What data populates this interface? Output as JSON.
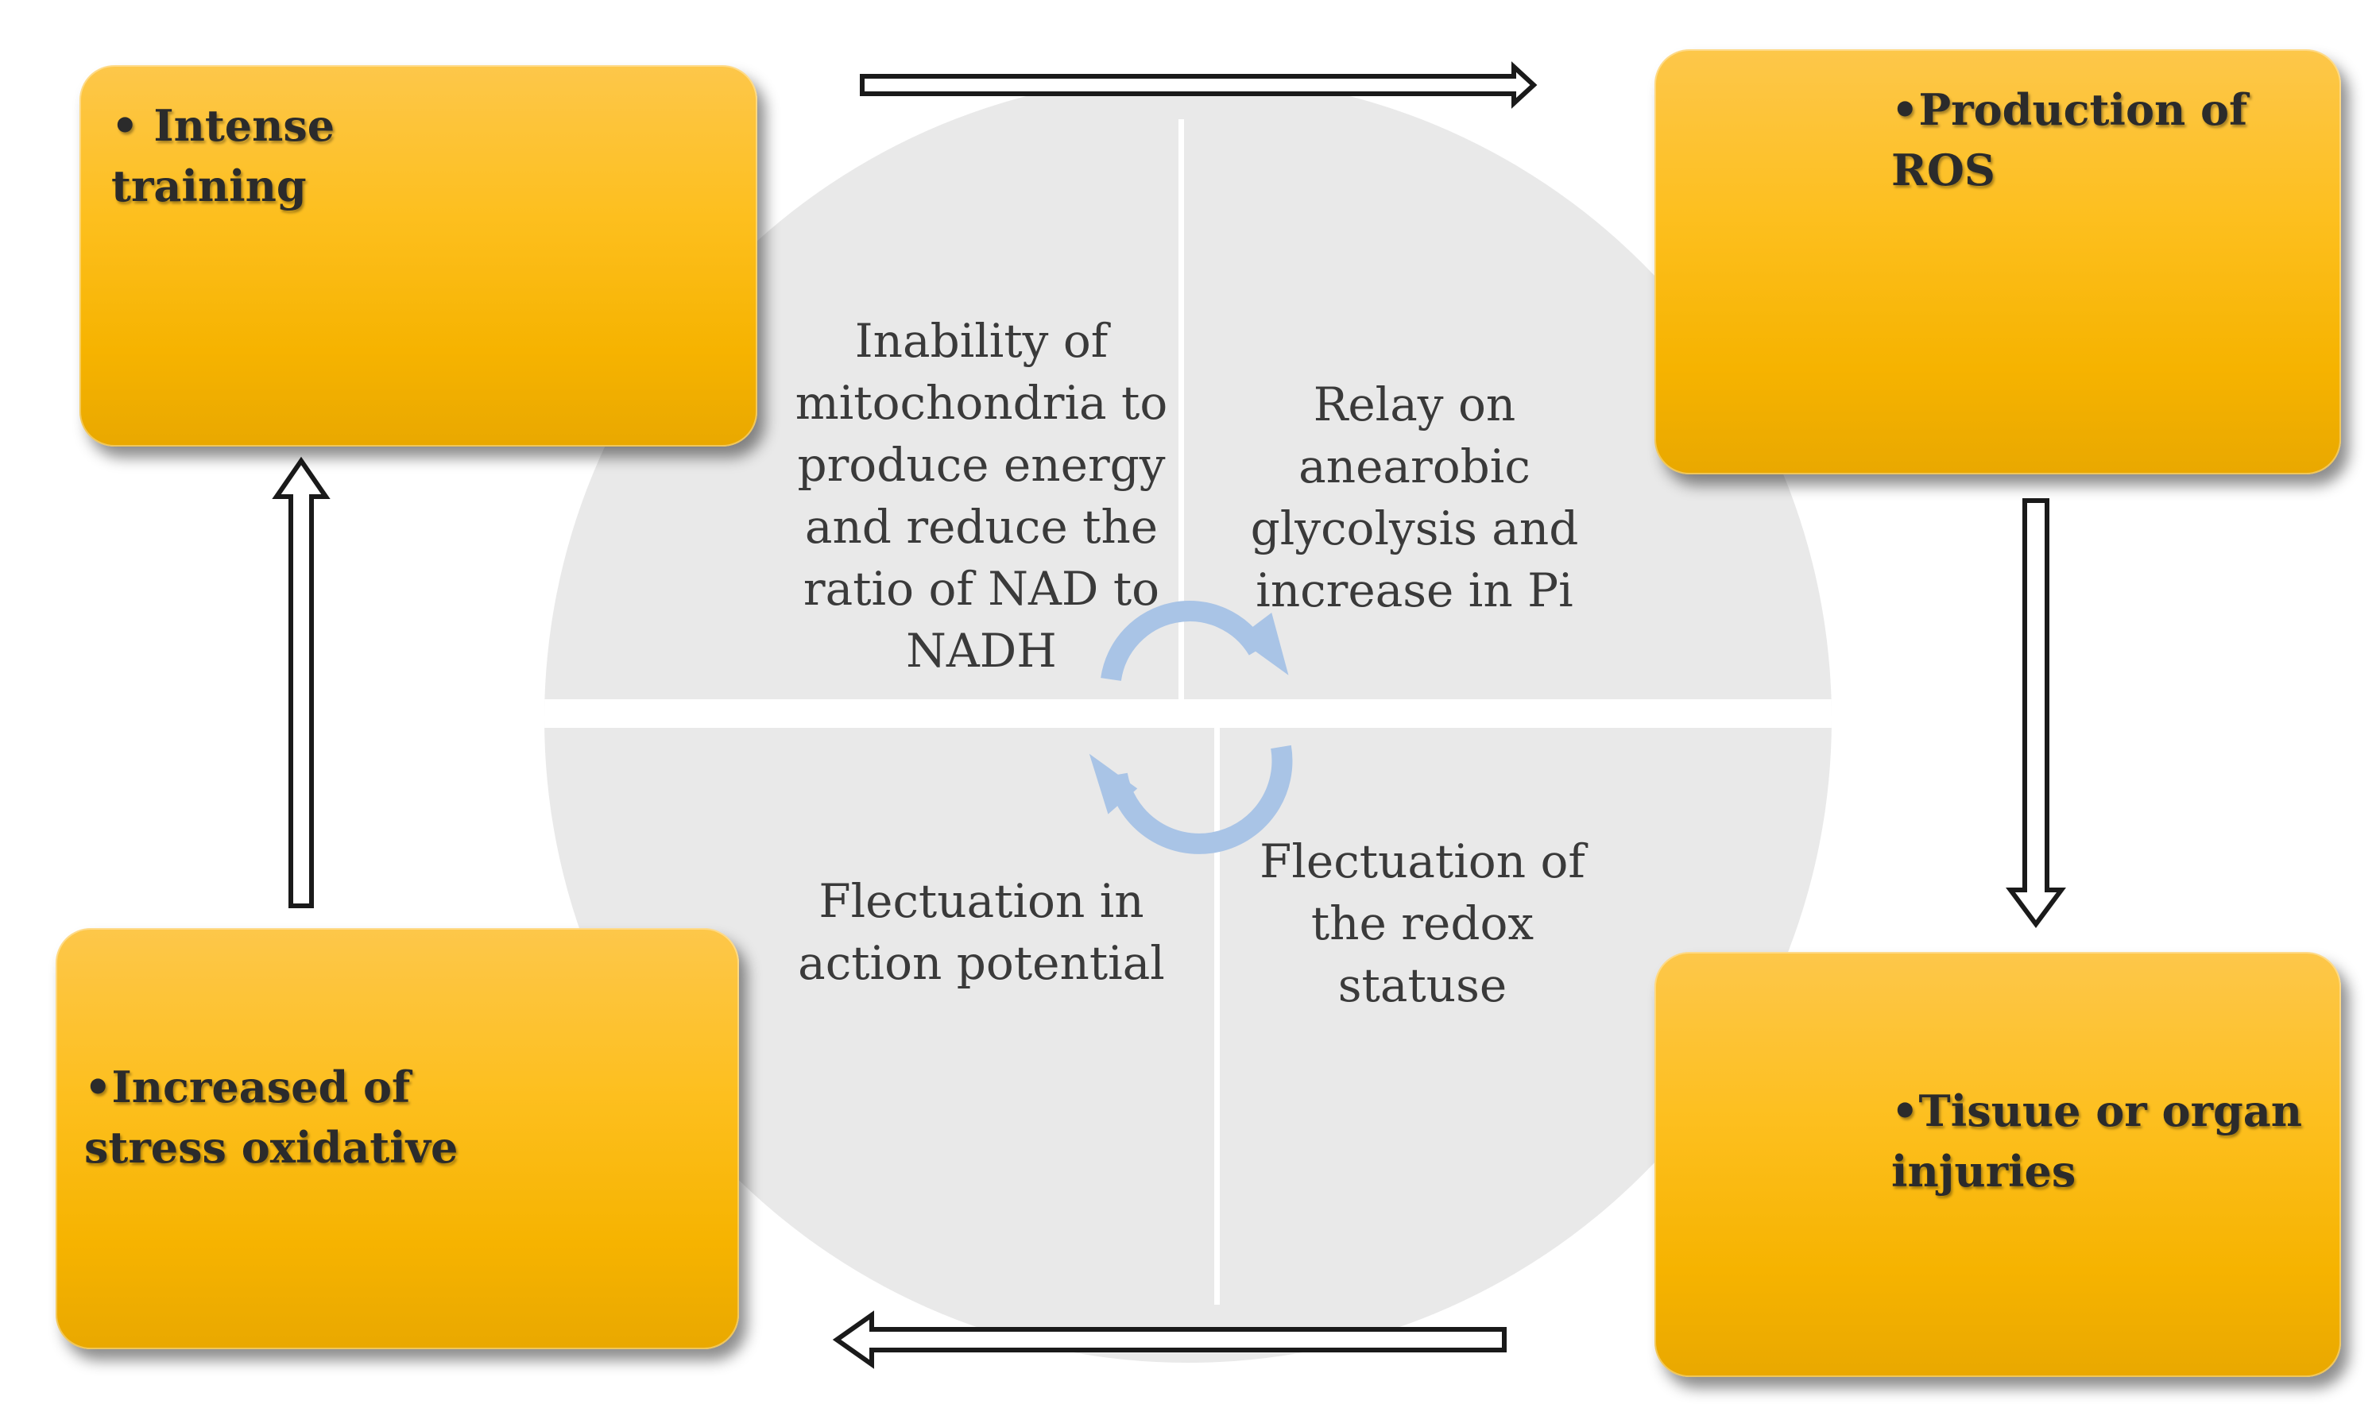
{
  "colors": {
    "box_fill": "#fdbf1e",
    "circle_fill": "#e9e9e9",
    "cycle_arrow": "#a9c4e6",
    "flow_arrow_stroke": "#1a1a1a"
  },
  "outer_boxes": [
    {
      "id": "intense-training",
      "text": "• Intense\ntraining"
    },
    {
      "id": "production-of-ros",
      "text": "•Production of\nROS"
    },
    {
      "id": "tissue-or-organ-injuries",
      "text": "•Tisuue or organ\ninjuries"
    },
    {
      "id": "increased-stress-oxidative",
      "text": "•Increased of\nstress oxidative"
    }
  ],
  "quadrants": [
    {
      "id": "top-left",
      "text": "Inability of\nmitochondria to\nproduce energy\nand reduce the\nratio of NAD to\nNADH"
    },
    {
      "id": "top-right",
      "text": "Relay on\nanearobic\nglycolysis and\nincrease in Pi"
    },
    {
      "id": "bottom-left",
      "text": "Flectuation in\naction potential"
    },
    {
      "id": "bottom-right",
      "text": "Flectuation of\nthe redox\nstatuse"
    }
  ],
  "flow_arrows": [
    {
      "id": "top",
      "direction": "right"
    },
    {
      "id": "right",
      "direction": "down"
    },
    {
      "id": "bottom",
      "direction": "left"
    },
    {
      "id": "left",
      "direction": "up"
    }
  ],
  "cycle_arrows": [
    {
      "id": "upper",
      "direction": "clockwise"
    },
    {
      "id": "lower",
      "direction": "clockwise"
    }
  ]
}
